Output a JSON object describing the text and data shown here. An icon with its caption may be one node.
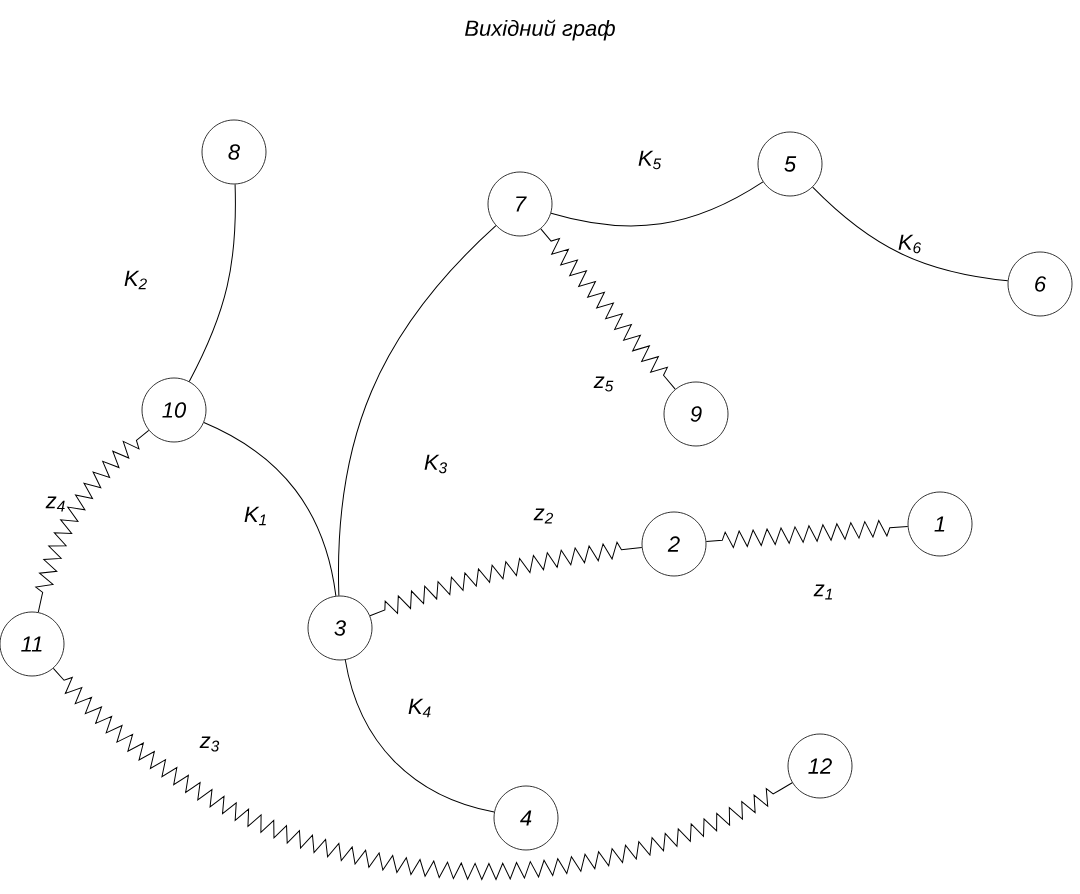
{
  "diagram": {
    "title": "Вихідний граф",
    "nodes": [
      {
        "text": [
          "8"
        ]
      },
      {
        "text": [
          "7"
        ]
      },
      {
        "text": [
          "5"
        ]
      },
      {
        "text": [
          "6"
        ]
      },
      {
        "text": [
          "9"
        ]
      },
      {
        "text": [
          "10"
        ]
      },
      {
        "text": [
          "2"
        ]
      },
      {
        "text": [
          "1"
        ]
      },
      {
        "text": [
          "11"
        ]
      },
      {
        "text": [
          "3"
        ]
      },
      {
        "text": [
          "4"
        ]
      },
      {
        "text": [
          "12"
        ]
      }
    ],
    "edges": [
      {
        "from": 0,
        "to": 5,
        "arrow": "none",
        "label": "K$_{2}$"
      },
      {
        "from": 1,
        "to": 2,
        "arrow": "none",
        "label": "K$_{5}$"
      },
      {
        "from": 2,
        "to": 3,
        "arrow": "none",
        "label": "K$_{6}$"
      },
      {
        "from": 1,
        "to": 4,
        "arrow": "none",
        "label": "z$_{5}$"
      },
      {
        "from": 1,
        "to": 9,
        "arrow": "none",
        "label": "K$_{3}$"
      },
      {
        "from": 5,
        "to": 9,
        "arrow": "none",
        "label": "K$_{1}$"
      },
      {
        "from": 5,
        "to": 8,
        "arrow": "none",
        "label": "z$_{4}$"
      },
      {
        "from": 9,
        "to": 6,
        "arrow": "none",
        "label": "z$_{2}$"
      },
      {
        "from": 6,
        "to": 7,
        "arrow": "none",
        "label": "z$_{1}$"
      },
      {
        "from": 9,
        "to": 10,
        "arrow": "none",
        "label": "K$_{4}$"
      },
      {
        "from": 8,
        "to": 11,
        "arrow": "none",
        "label": "z$_{3}$"
      }
    ]
  }
}
